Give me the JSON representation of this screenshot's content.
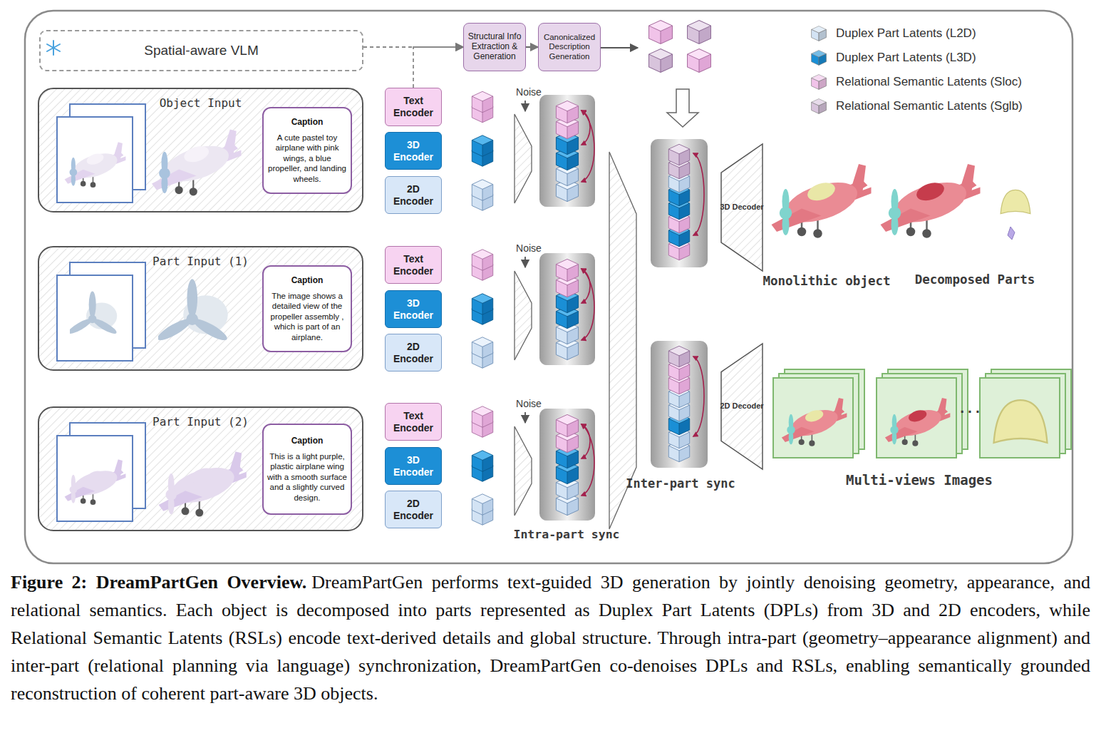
{
  "diagram": {
    "title": "Figure 2: DreamPartGen Overview.",
    "caption": "DreamPartGen performs text-guided 3D generation by jointly denoising geometry, appearance, and relational semantics. Each object is decomposed into parts represented as Duplex Part Latents (DPLs) from 3D and 2D encoders, while Relational Semantic Latents (RSLs) encode text-derived details and global structure. Through intra-part (geometry–appearance alignment) and inter-part (relational planning via language) synchronization, DreamPartGen co-denoises DPLs and RSLs, enabling semantically grounded reconstruction of coherent part-aware 3D objects.",
    "nodes": [
      {
        "text": [
          "Spatial-aware VLM"
        ]
      },
      {
        "text": [
          "Structural Info Extraction & Generation"
        ]
      },
      {
        "text": [
          "Canonicalized Description Generation"
        ]
      },
      {
        "text": [
          "Object Input"
        ]
      },
      {
        "text": [
          "Caption",
          "A cute pastel toy airplane with pink wings, a blue propeller, and landing wheels."
        ],
        "in": 3
      },
      {
        "text": [
          "Part Input (1)"
        ]
      },
      {
        "text": [
          "Caption",
          "The image shows a detailed view of the propeller assembly , which is part of an airplane."
        ],
        "in": 5
      },
      {
        "text": [
          "Part Input (2)"
        ]
      },
      {
        "text": [
          "Caption",
          "This is a light purple, plastic airplane wing with a smooth surface and a slightly curved design."
        ],
        "in": 7
      },
      {
        "text": [
          "Text Encoder"
        ]
      },
      {
        "text": [
          "3D Encoder"
        ]
      },
      {
        "text": [
          "2D Encoder"
        ]
      },
      {
        "text": [
          "Text Encoder"
        ]
      },
      {
        "text": [
          "3D Encoder"
        ]
      },
      {
        "text": [
          "2D Encoder"
        ]
      },
      {
        "text": [
          "Text Encoder"
        ]
      },
      {
        "text": [
          "3D Encoder"
        ]
      },
      {
        "text": [
          "2D Encoder"
        ]
      },
      {
        "text": [
          "3D Decoder"
        ]
      },
      {
        "text": [
          "2D Decoder"
        ]
      }
    ],
    "edges": [
      {
        "from": 0,
        "to": 1,
        "arrow": "to"
      },
      {
        "from": 9,
        "to": 1,
        "arrow": "to"
      },
      {
        "from": 1,
        "to": 2,
        "arrow": "to"
      }
    ],
    "labels": [
      "Noise",
      "Noise",
      "Noise",
      "Intra-part sync",
      "Inter-part sync",
      "Monolithic object",
      "Decomposed Parts",
      "Multi-views Images",
      "..."
    ],
    "legend": [
      {
        "text": "Duplex Part Latents (L2D)",
        "color": "#d3e3f4"
      },
      {
        "text": "Duplex Part Latents (L3D)",
        "color": "#1a8fd6"
      },
      {
        "text": "Relational Semantic Latents (Sloc)",
        "color": "#f1c3e9"
      },
      {
        "text": "Relational Semantic Latents (Sglb)",
        "color": "#d8c4dc"
      }
    ]
  }
}
